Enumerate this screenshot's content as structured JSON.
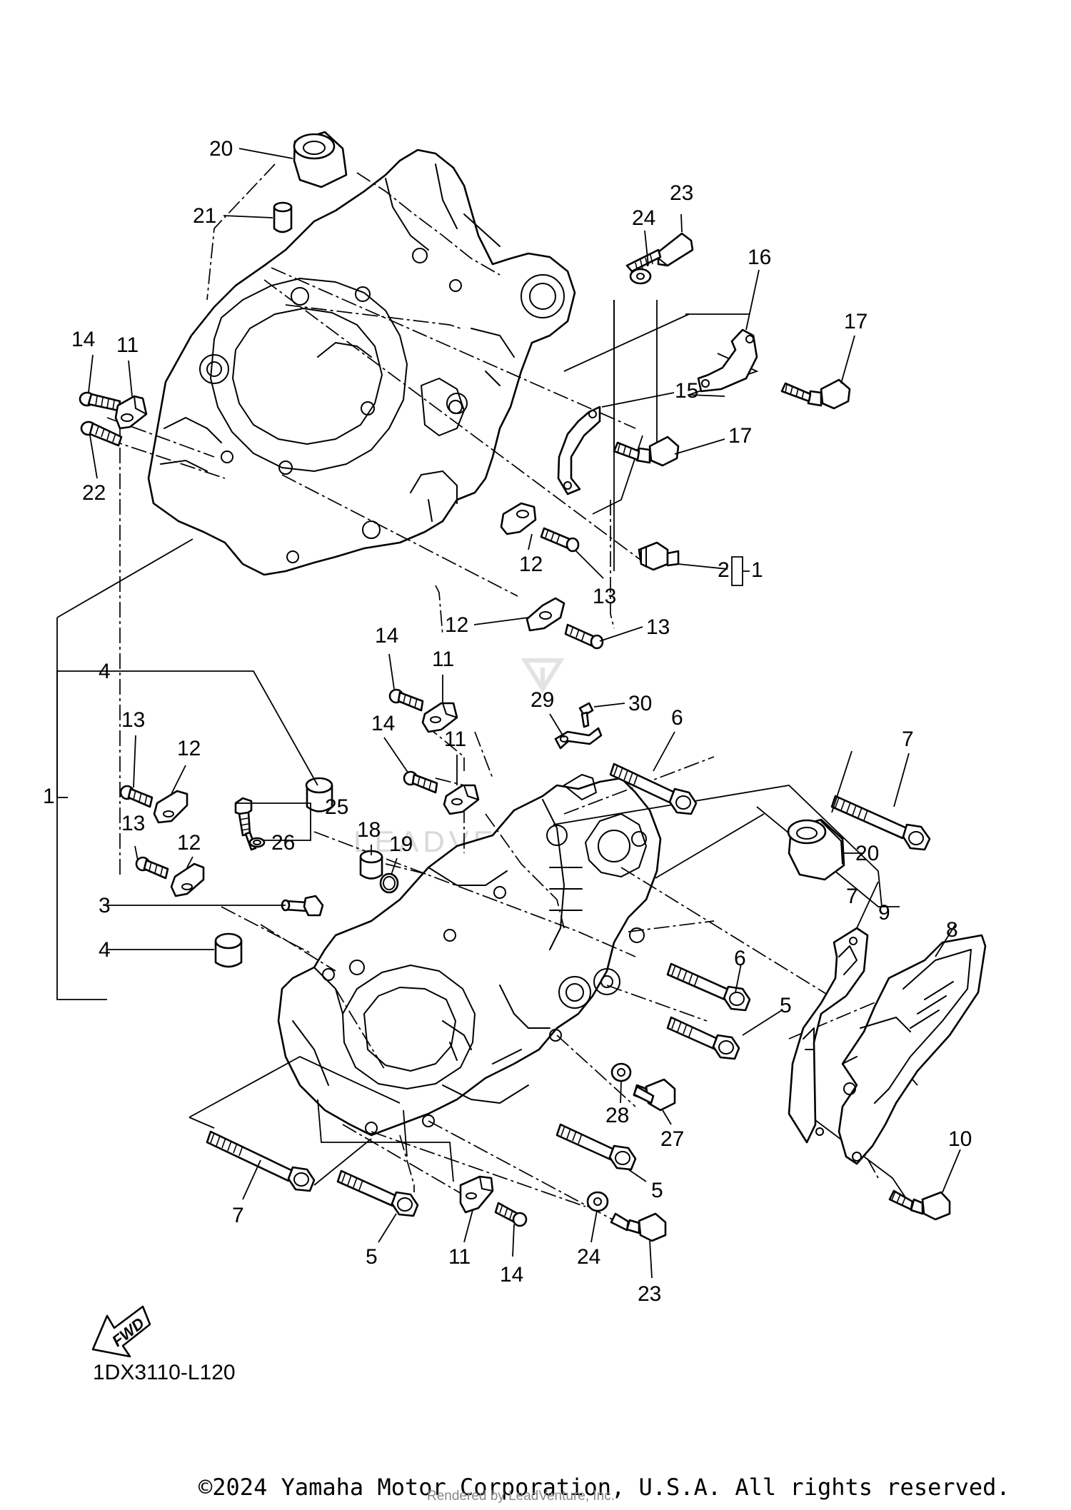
{
  "diagram": {
    "code": "1DX3110-L120",
    "fwd_label": "FWD",
    "callouts": [
      "1",
      "2",
      "3",
      "4",
      "5",
      "6",
      "7",
      "8",
      "9",
      "10",
      "11",
      "12",
      "13",
      "14",
      "15",
      "16",
      "17",
      "18",
      "19",
      "20",
      "21",
      "22",
      "23",
      "24",
      "25",
      "26",
      "27",
      "28",
      "29",
      "30"
    ]
  },
  "footer": {
    "copyright": "©2024 Yamaha Motor Corporation, U.S.A. All rights reserved.",
    "rendered_by": "Rendered by LeadVenture, Inc."
  },
  "watermark": {
    "text": "LEADVENTURE"
  }
}
